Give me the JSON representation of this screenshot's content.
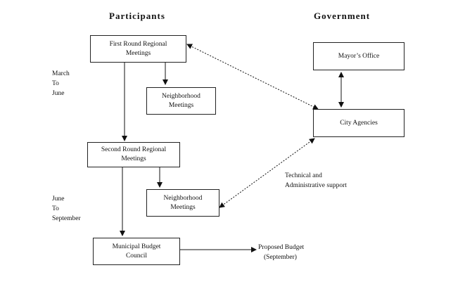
{
  "headers": {
    "participants": "Participants",
    "government": "Government"
  },
  "boxes": {
    "first_round": [
      "First Round Regional",
      "Meetings"
    ],
    "neighborhood_1": [
      "Neighborhood",
      "Meetings"
    ],
    "second_round": [
      "Second Round Regional",
      "Meetings"
    ],
    "neighborhood_2": [
      "Neighborhood",
      "Meetings"
    ],
    "budget_council": [
      "Municipal Budget",
      "Council"
    ],
    "mayors_office": [
      "Mayor’s Office"
    ],
    "city_agencies": [
      "City Agencies"
    ]
  },
  "proposed_budget": [
    "Proposed Budget",
    "(September)"
  ],
  "labels": {
    "march_june": [
      "March",
      "To",
      "June"
    ],
    "june_september": [
      "June",
      "To",
      "September"
    ],
    "technical_support": [
      "Technical and",
      "Administrative support"
    ]
  }
}
